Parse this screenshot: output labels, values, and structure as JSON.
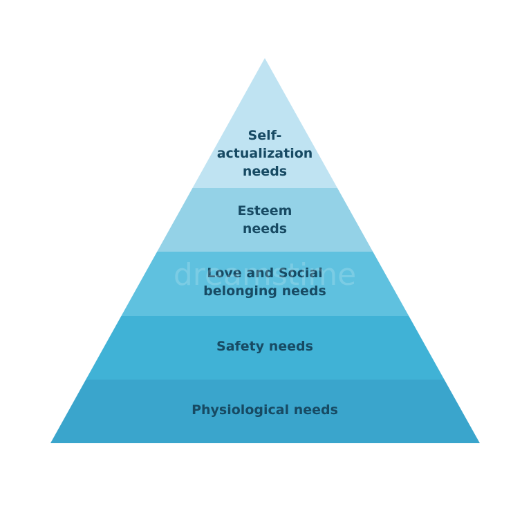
{
  "pyramid": {
    "levels": [
      {
        "label_lines": [
          "Self-",
          "actualization",
          "needs"
        ],
        "color": "#bfe3f2"
      },
      {
        "label_lines": [
          "Esteem",
          "needs"
        ],
        "color": "#94d2e7"
      },
      {
        "label_lines": [
          "Love and Social",
          "belonging needs"
        ],
        "color": "#5fc1df"
      },
      {
        "label_lines": [
          "Safety needs"
        ],
        "color": "#40b2d6"
      },
      {
        "label_lines": [
          "Physiological needs"
        ],
        "color": "#3aa5cc"
      }
    ],
    "text_color": "#174a63"
  },
  "watermark": "dreamstime"
}
